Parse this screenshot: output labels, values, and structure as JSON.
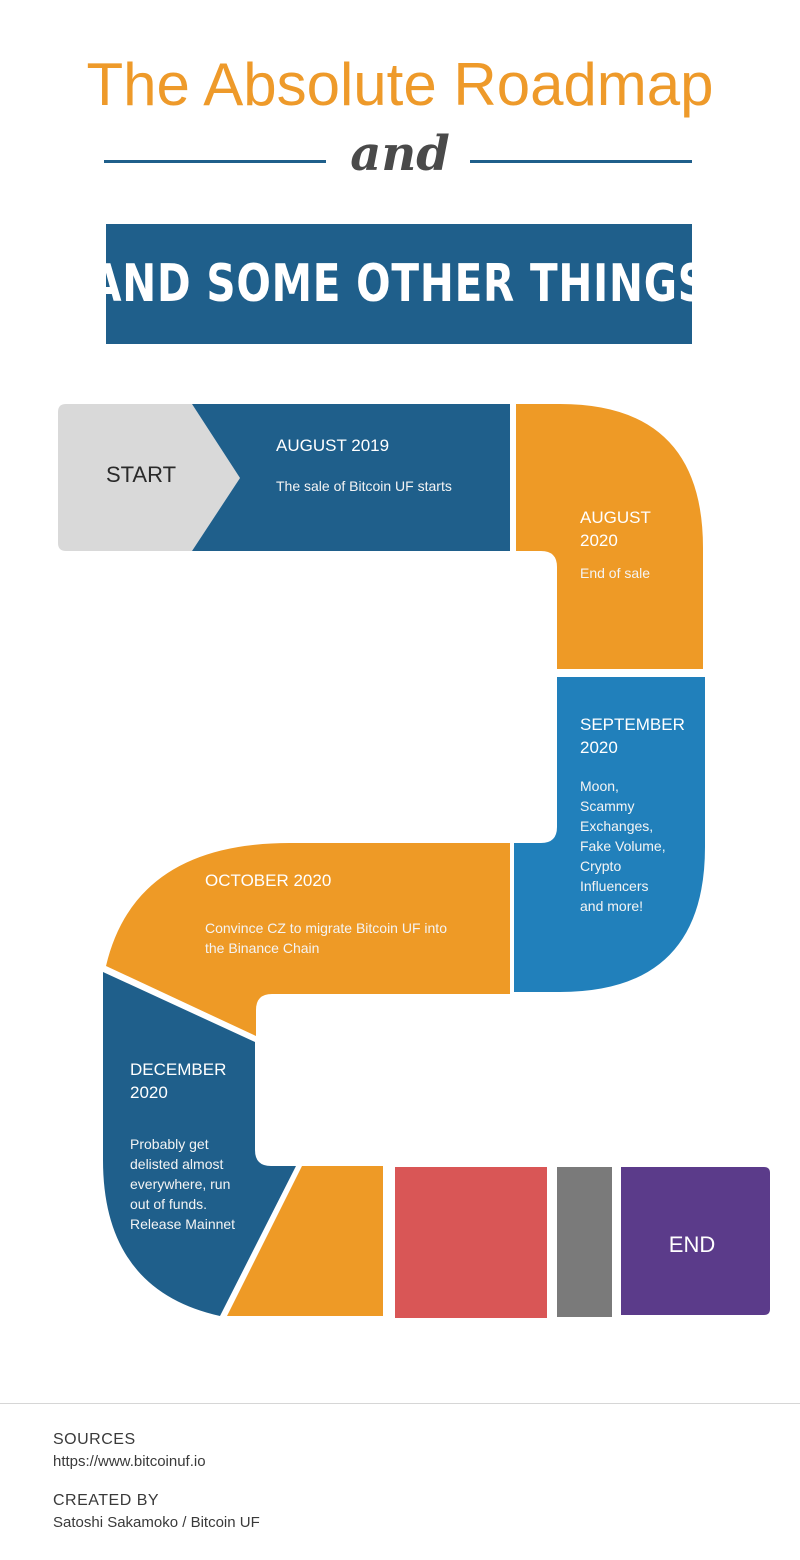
{
  "header": {
    "title": "The Absolute Roadmap",
    "connector": "and",
    "banner": "AND SOME OTHER THINGS"
  },
  "roadmap": {
    "start_label": "START",
    "end_label": "END",
    "milestones": [
      {
        "date": "AUGUST 2019",
        "description": "The sale of Bitcoin UF starts"
      },
      {
        "date_lines": [
          "AUGUST",
          "2020"
        ],
        "description": "End of sale"
      },
      {
        "date_lines": [
          "SEPTEMBER",
          "2020"
        ],
        "description_lines": [
          "Moon,",
          "Scammy",
          "Exchanges,",
          "Fake Volume,",
          "Crypto",
          "Influencers",
          "and more!"
        ]
      },
      {
        "date": "OCTOBER 2020",
        "description_lines": [
          "Convince CZ to migrate Bitcoin UF into",
          "the Binance Chain"
        ]
      },
      {
        "date_lines": [
          "DECEMBER",
          "2020"
        ],
        "description_lines": [
          "Probably get",
          "delisted almost",
          "everywhere, run",
          "out of funds.",
          "Release Mainnet"
        ]
      }
    ],
    "colors": {
      "dark_blue": "#1f5f8b",
      "blue": "#2180bb",
      "orange": "#ee9a26",
      "red": "#d95656",
      "gray": "#7a7a7a",
      "light_gray": "#d9d9d9",
      "purple": "#5b3b8a"
    }
  },
  "footer": {
    "sources_heading": "SOURCES",
    "sources_value": "https://www.bitcoinuf.io",
    "created_heading": "CREATED BY",
    "created_value": "Satoshi Sakamoko / Bitcoin UF"
  }
}
